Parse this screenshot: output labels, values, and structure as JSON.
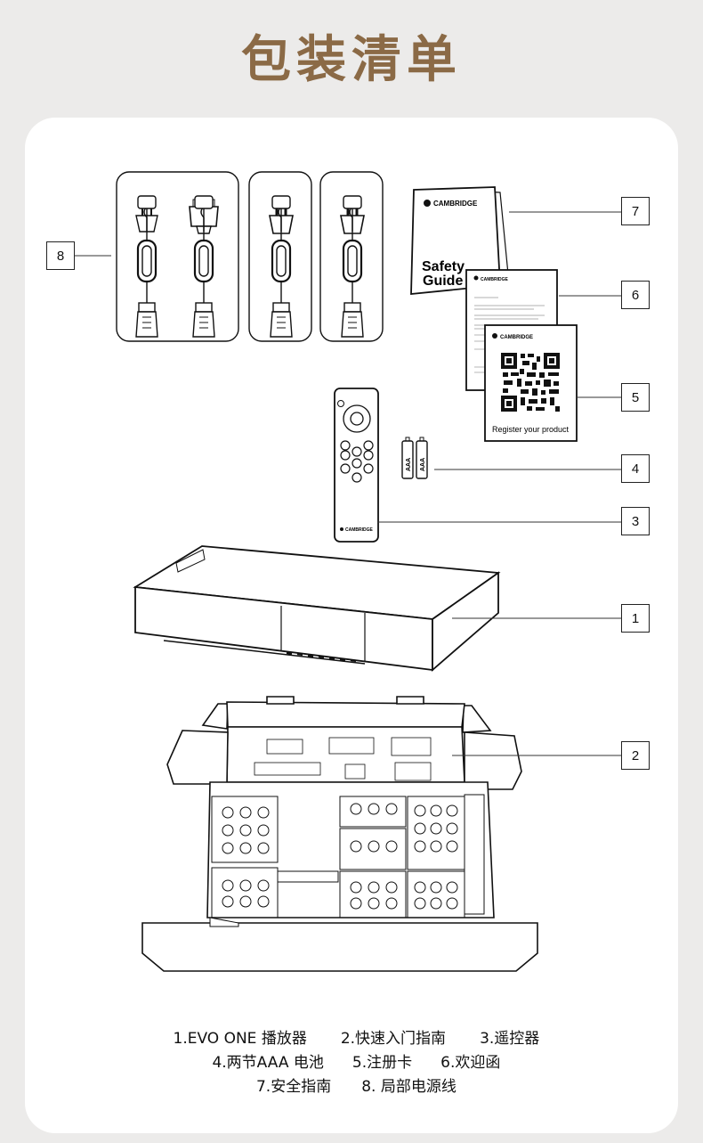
{
  "colors": {
    "title": "#8b6a46",
    "background": "#ecebea",
    "card": "#ffffff",
    "line": "#1a1a1a"
  },
  "header": {
    "title": "包装清单"
  },
  "callouts": [
    "1",
    "2",
    "3",
    "4",
    "5",
    "6",
    "7",
    "8"
  ],
  "products": {
    "safety_guide": {
      "brand": "CAMBRIDGE",
      "title_line1": "Safety",
      "title_line2": "Guide"
    },
    "welcome_letter": {
      "brand": "CAMBRIDGE"
    },
    "register_card": {
      "brand": "CAMBRIDGE",
      "caption": "Register your product"
    },
    "remote": {
      "brand": "CAMBRIDGE"
    },
    "batteries": {
      "label": "AAA"
    }
  },
  "legend": {
    "line1": [
      "1.EVO ONE 播放器",
      "2.快速入门指南",
      "3.遥控器"
    ],
    "line2": [
      "4.两节AAA 电池",
      "5.注册卡",
      "6.欢迎函"
    ],
    "line3": [
      "7.安全指南",
      "8. 局部电源线"
    ]
  }
}
